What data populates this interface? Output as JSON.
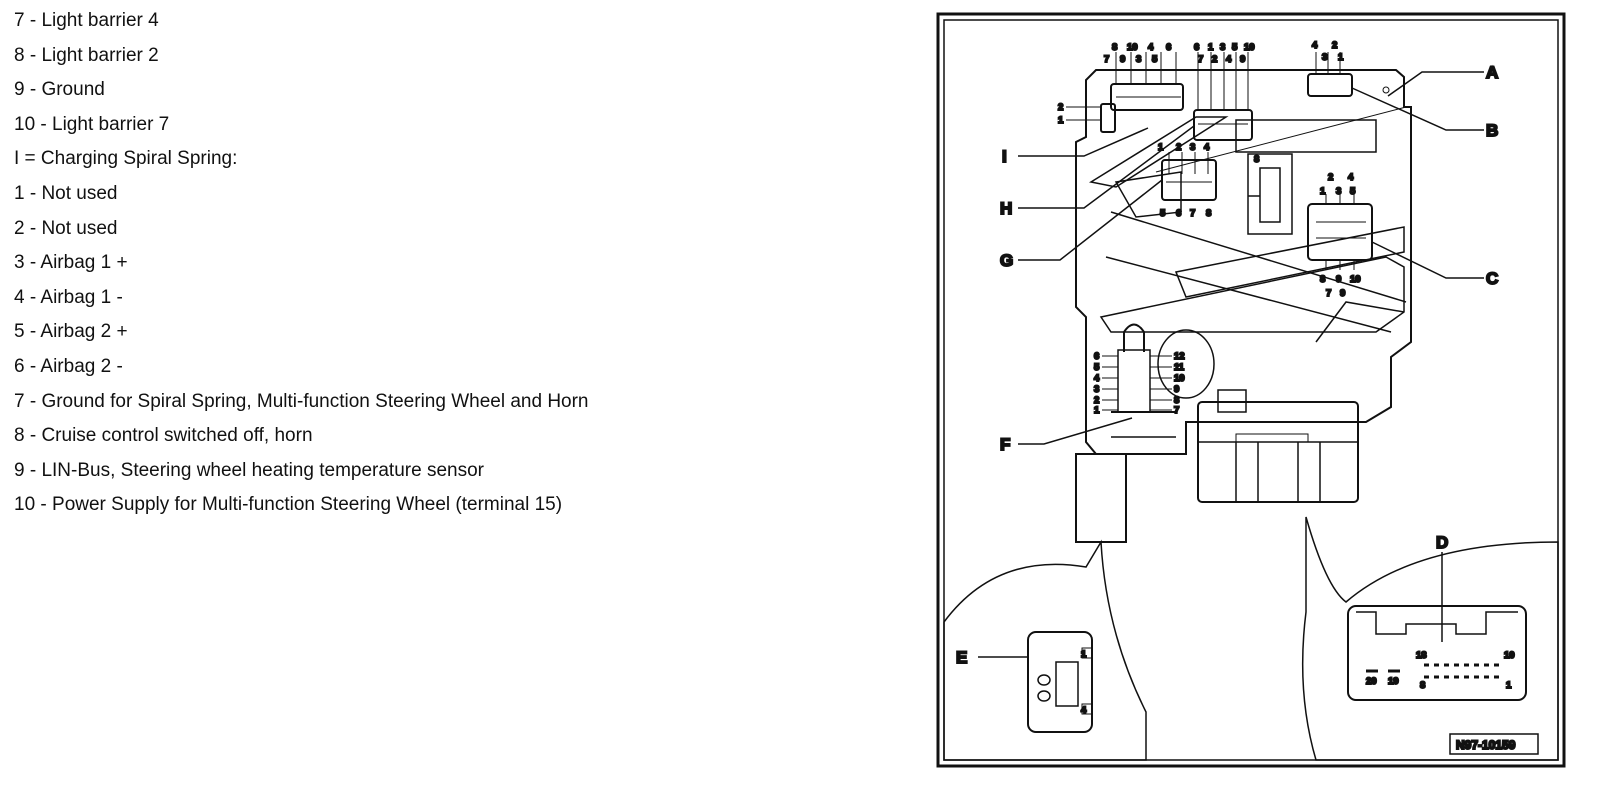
{
  "lines": [
    "7 - Light barrier 4",
    "8 - Light barrier 2",
    "9 - Ground",
    "10 - Light barrier 7",
    "I = Charging Spiral Spring:",
    "1 - Not used",
    "2 - Not used",
    "3 - Airbag 1 +",
    "4 - Airbag 1 -",
    "5 - Airbag 2 +",
    "6 - Airbag 2 -",
    "7 - Ground for Spiral Spring, Multi-function Steering Wheel and Horn",
    "8 - Cruise control switched off, horn",
    "9 - LIN-Bus, Steering wheel heating temperature sensor",
    "10 - Power Supply for Multi-function Steering Wheel (terminal 15)"
  ],
  "diagram": {
    "labels": {
      "A": "A",
      "B": "B",
      "C": "C",
      "D": "D",
      "E": "E",
      "F": "F",
      "G": "G",
      "H": "H",
      "I": "I"
    },
    "reference": "N97-10159",
    "pins": {
      "i_top": [
        "8",
        "10",
        "4",
        "6"
      ],
      "i_second": [
        "7",
        "9",
        "3",
        "5"
      ],
      "i_left": [
        "2",
        "1"
      ],
      "h_top": [
        "6",
        "1",
        "3",
        "5",
        "10"
      ],
      "h_second": [
        "7",
        "2",
        "4",
        "9"
      ],
      "h_right": "8",
      "b_top": [
        "4",
        "2"
      ],
      "b_second": [
        "3",
        "1"
      ],
      "g_top": [
        "1",
        "2",
        "3",
        "4"
      ],
      "g_bottom": [
        "5",
        "6",
        "7",
        "8"
      ],
      "c_top": [
        "2",
        "4"
      ],
      "c_second": [
        "1",
        "3",
        "5"
      ],
      "c_bottom": [
        "8",
        "9",
        "10"
      ],
      "c_below": [
        "7",
        "9"
      ],
      "f_left": [
        "6",
        "5",
        "4",
        "3",
        "2",
        "1"
      ],
      "f_right": [
        "12",
        "11",
        "10",
        "9",
        "8",
        "7"
      ],
      "d_top": [
        "18",
        "10"
      ],
      "d_bottom": [
        "20",
        "19",
        "8",
        "1"
      ],
      "e": [
        "1",
        "4"
      ]
    }
  }
}
